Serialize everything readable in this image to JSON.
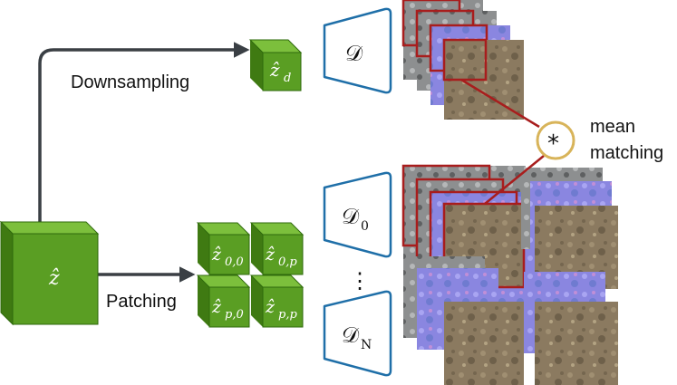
{
  "labels": {
    "downsampling": "Downsampling",
    "patching": "Patching",
    "mean_line1": "mean",
    "mean_line2": "matching",
    "operator": "*",
    "dots": "⋮"
  },
  "latents": {
    "main": {
      "base": "ẑ",
      "sub": ""
    },
    "downsampled": {
      "base": "ẑ",
      "sub": "d"
    },
    "patches": [
      {
        "base": "ẑ",
        "sub": "0,0"
      },
      {
        "base": "ẑ",
        "sub": "0,p"
      },
      {
        "base": "ẑ",
        "sub": "p,0"
      },
      {
        "base": "ẑ",
        "sub": "p,p"
      }
    ]
  },
  "decoders": [
    {
      "base": "𝒟",
      "sub": ""
    },
    {
      "base": "𝒟",
      "sub": "0"
    },
    {
      "base": "𝒟",
      "sub": "N"
    }
  ],
  "colors": {
    "cube_front": "#5a9e23",
    "cube_top": "#7cbf3c",
    "cube_side": "#3f7a12",
    "cube_edge": "#2f6a0c",
    "decoder_stroke": "#1f6fa8",
    "arrow": "#3a3f44",
    "highlight": "#a81d1d",
    "match_circle": "#d8b45a",
    "normal_map": "#8a86e0",
    "texture": "#8b7a60",
    "gray_map": "#8d8f90"
  }
}
